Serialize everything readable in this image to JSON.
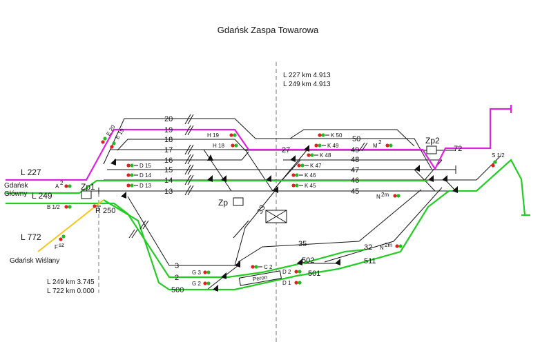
{
  "title": "Gdańsk Zaspa Towarowa",
  "km_top": [
    "L 227 km  4.913",
    "L 249 km  4.913"
  ],
  "km_bottom": [
    "L 249 km  3.745",
    "L 722 km  0.000"
  ],
  "lines": {
    "l227": "L 227",
    "l249": "L 249",
    "l772": "L 772"
  },
  "places": {
    "glowny1": "Gdańsk",
    "glowny2": "Główny",
    "wislany": "Gdańsk Wiślany"
  },
  "posts": {
    "zp1": "Zp1",
    "zp": "Zp",
    "zp2": "Zp2"
  },
  "peron": "Peron",
  "tracks": [
    "20",
    "19",
    "18",
    "17",
    "16",
    "15",
    "14",
    "13",
    "27",
    "50",
    "49",
    "48",
    "47",
    "46",
    "45",
    "72",
    "3",
    "2",
    "500",
    "35",
    "33",
    "32",
    "502",
    "501",
    "511"
  ],
  "signals": [
    "E 20",
    "E 19",
    "D 15",
    "D 14",
    "D 13",
    "H 19",
    "H 18",
    "K 50",
    "K 49",
    "K 48",
    "K 47",
    "K 46",
    "K 45",
    "M",
    "2",
    "S 1/2",
    "A",
    "2",
    "B 1/2",
    "R 250",
    "F",
    "sz",
    "G 3",
    "G 2",
    "C 2",
    "D 2",
    "D 1",
    "N",
    "2m",
    "N",
    "2m"
  ]
}
